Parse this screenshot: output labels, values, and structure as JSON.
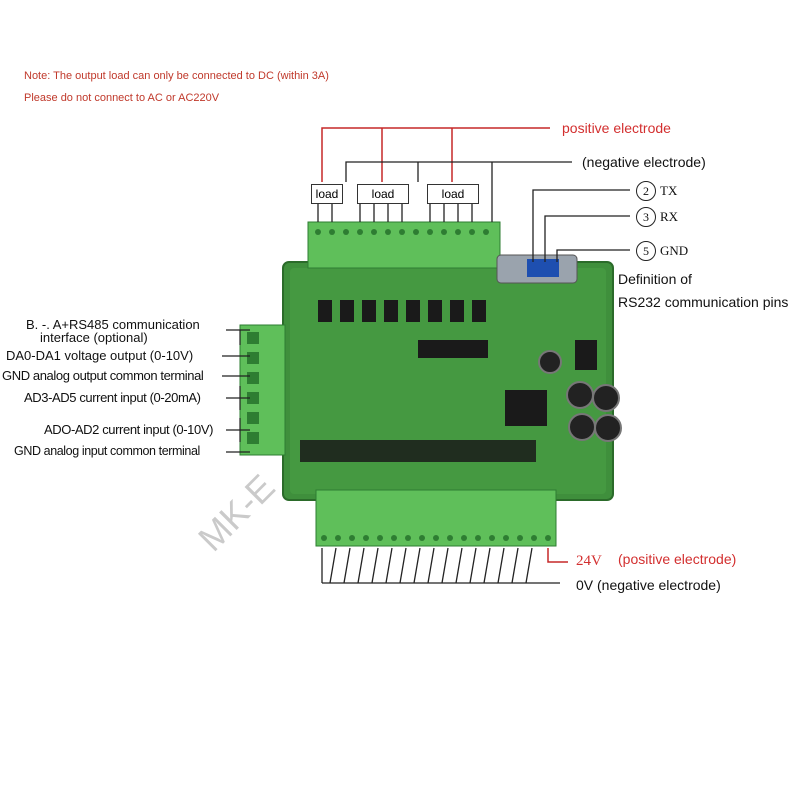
{
  "note": {
    "line1": "Note: The output load can only be connected to DC (within 3A)",
    "line2": "Please do not connect to AC or AC220V"
  },
  "top_labels": {
    "positive": "positive electrode",
    "negative": "(negative electrode)",
    "load": "load"
  },
  "rs232": {
    "pins": [
      {
        "num": "2",
        "name": "TX"
      },
      {
        "num": "3",
        "name": "RX"
      },
      {
        "num": "5",
        "name": "GND"
      }
    ],
    "definition_line1": "Definition of",
    "definition_line2": "RS232 communication pins"
  },
  "left_labels": [
    "B. -. A+RS485 communication",
    "interface (optional)",
    "DA0-DA1 voltage output (0-10V)",
    "GND analog output common terminal",
    "AD3-AD5 current input (0-20mA)",
    "ADO-AD2 current input (0-10V)",
    "GND analog input common terminal"
  ],
  "bottom": {
    "v24": "24V",
    "v24_desc": "(positive electrode)",
    "v0": "0V (negative electrode)"
  },
  "watermark": "MK-E",
  "colors": {
    "red_line": "#c62828",
    "pcb": "#3e8e3a",
    "terminal": "#5fbf5a"
  }
}
